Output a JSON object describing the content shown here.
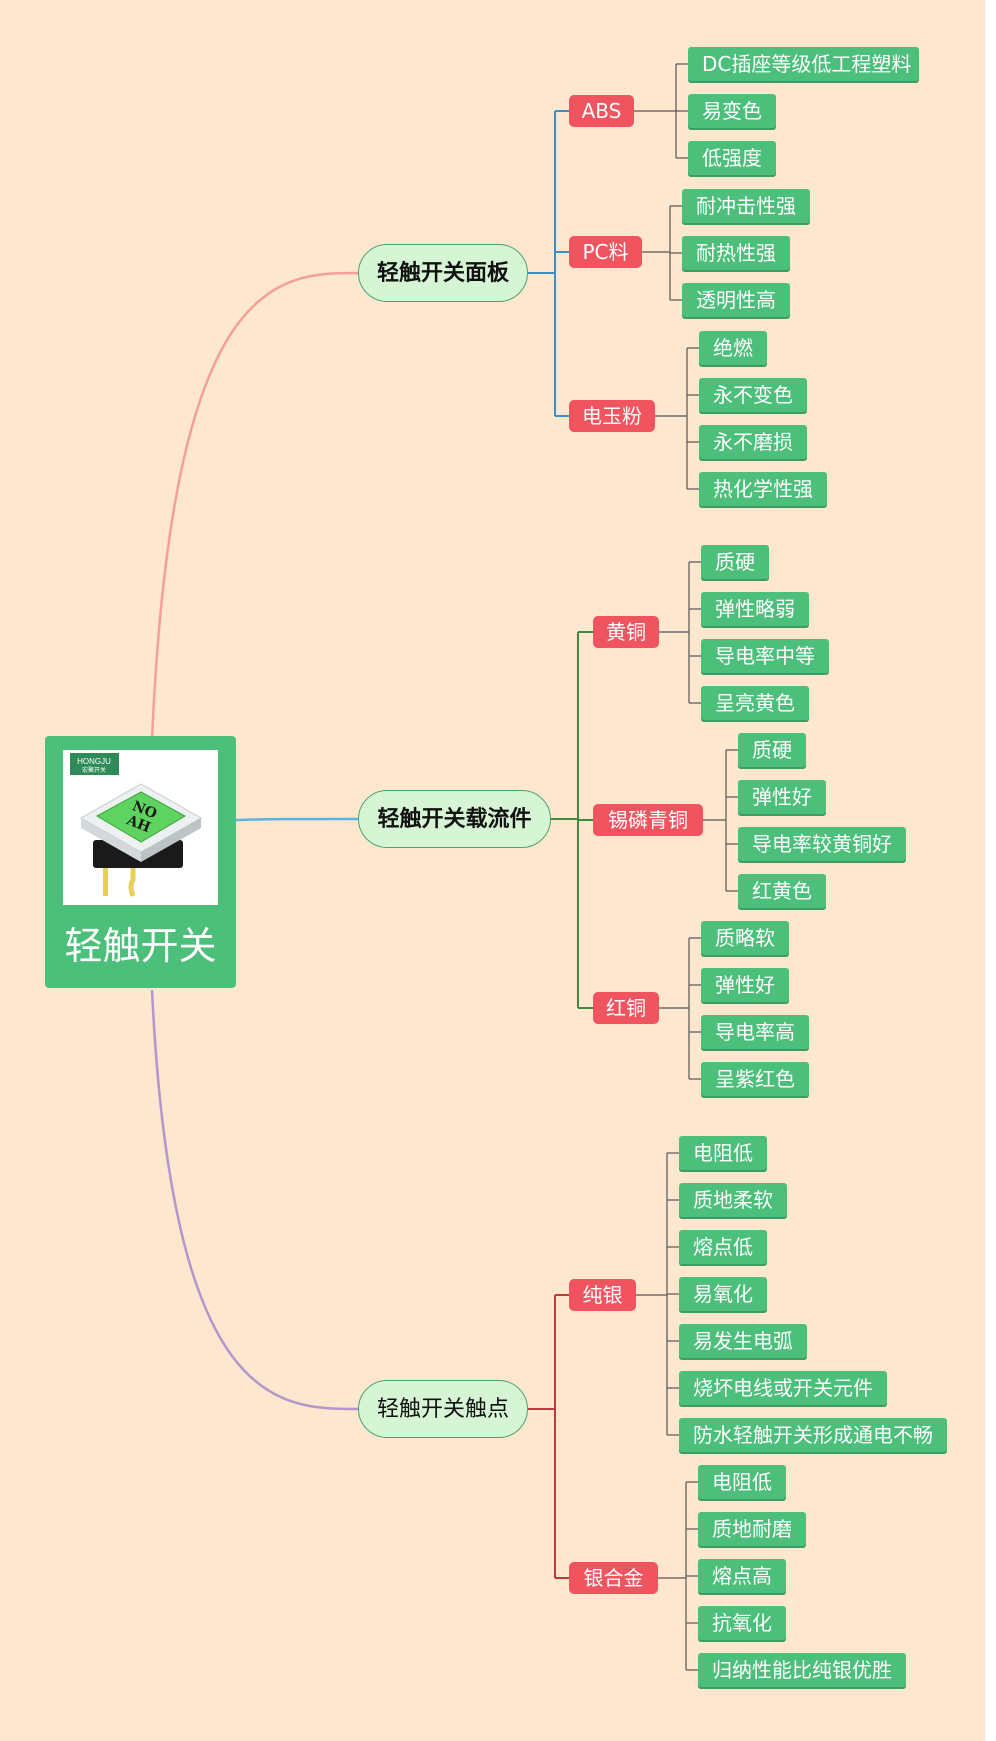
{
  "root": {
    "title": "轻触开关",
    "logo_text": "HONGJU",
    "logo_sub": "宏聚开关",
    "key_text": [
      "NO",
      "AH"
    ]
  },
  "branches": [
    {
      "label": "轻触开关面板",
      "bold": true,
      "line_color": "#f4a097",
      "sub_color": "#3a8fc8",
      "groups": [
        {
          "label": "ABS",
          "leaves": [
            "DC插座等级低工程塑料",
            "易变色",
            "低强度"
          ]
        },
        {
          "label": "PC料",
          "leaves": [
            "耐冲击性强",
            "耐热性强",
            "透明性高"
          ]
        },
        {
          "label": "电玉粉",
          "leaves": [
            "绝燃",
            "永不变色",
            "永不磨损",
            "热化学性强"
          ]
        }
      ]
    },
    {
      "label": "轻触开关载流件",
      "bold": true,
      "line_color": "#5ab4e4",
      "sub_color": "#3e8a3e",
      "groups": [
        {
          "label": "黄铜",
          "leaves": [
            "质硬",
            "弹性略弱",
            "导电率中等",
            "呈亮黄色"
          ]
        },
        {
          "label": "锡磷青铜",
          "leaves": [
            "质硬",
            "弹性好",
            "导电率较黄铜好",
            "红黄色"
          ]
        },
        {
          "label": "红铜",
          "leaves": [
            "质略软",
            "弹性好",
            "导电率高",
            "呈紫红色"
          ]
        }
      ]
    },
    {
      "label": "轻触开关触点",
      "bold": false,
      "line_color": "#b795cc",
      "sub_color": "#c0383c",
      "groups": [
        {
          "label": "纯银",
          "leaves": [
            "电阻低",
            "质地柔软",
            "熔点低",
            "易氧化",
            "易发生电弧",
            "烧坏电线或开关元件",
            "防水轻触开关形成通电不畅"
          ]
        },
        {
          "label": "银合金",
          "leaves": [
            "电阻低",
            "质地耐磨",
            "熔点高",
            "抗氧化",
            "归纳性能比纯银优胜"
          ]
        }
      ]
    }
  ]
}
